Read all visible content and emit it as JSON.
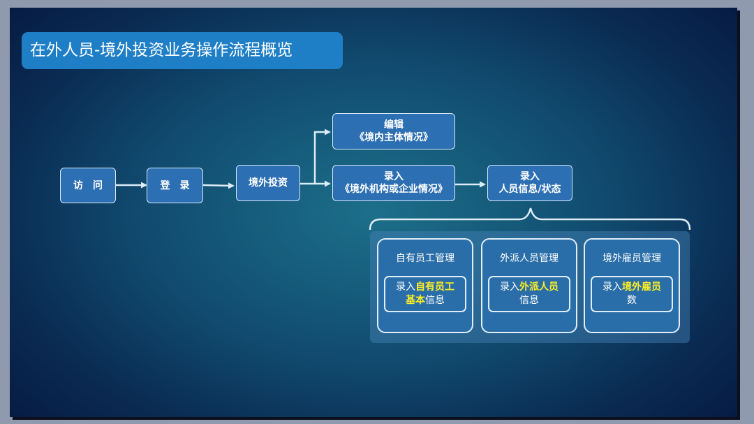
{
  "title": "在外人员-境外投资业务操作流程概览",
  "flow": {
    "visit": "访问",
    "login": "登录",
    "overseas_investment": "境外投资",
    "edit_domestic": {
      "line1": "编辑",
      "line2": "《境内主体情况》"
    },
    "record_overseas": {
      "line1": "录入",
      "line2": "《境外机构或企业情况》"
    },
    "record_personnel": {
      "line1": "录入",
      "line2": "人员信息/状态"
    }
  },
  "cards": [
    {
      "title": "自有员工管理",
      "pre": "录入",
      "hl1": "自有员工",
      "hl2": "基本",
      "post": "信息"
    },
    {
      "title": "外派人员管理",
      "pre": "录入",
      "hl1": "外派人员",
      "hl2": "",
      "post": "信息"
    },
    {
      "title": "境外雇员管理",
      "pre": "录入",
      "hl1": "境外雇员",
      "hl2": "",
      "post": "数"
    }
  ],
  "colors": {
    "title_banner": "#1f7fc6",
    "box_fill": "#2d6fb3",
    "connector": "#dcecf8",
    "highlight": "#ffee22"
  }
}
